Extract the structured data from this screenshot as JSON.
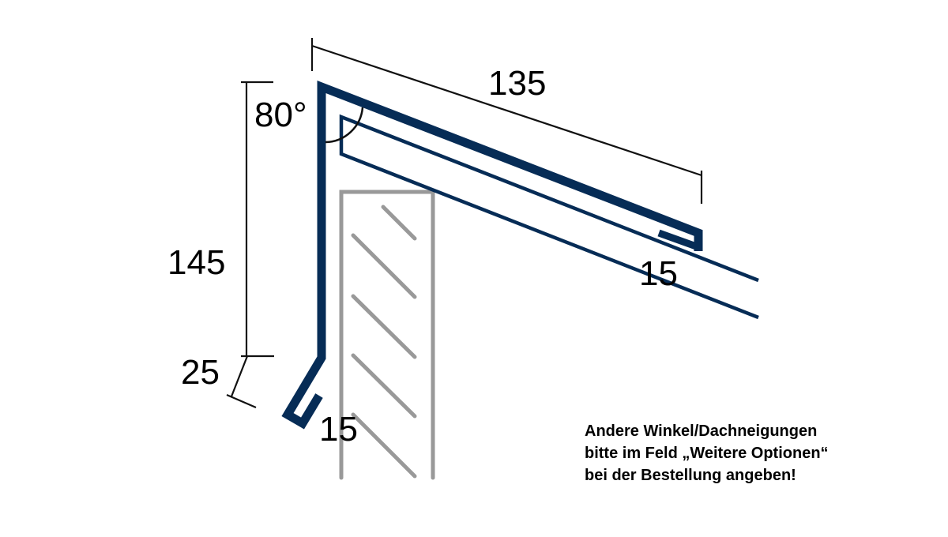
{
  "colors": {
    "profile": "#062c56",
    "wall": "#999999",
    "dimension": "#111111"
  },
  "dimensions": {
    "top_length": "135",
    "angle": "80°",
    "height": "145",
    "bottom_bend": "25",
    "bottom_hem": "15",
    "top_hem": "15"
  },
  "note": {
    "lines": [
      "Andere Winkel/Dachneigungen",
      "bitte im Feld „Weitere Optionen“",
      "bei der Bestellung angeben!"
    ]
  }
}
